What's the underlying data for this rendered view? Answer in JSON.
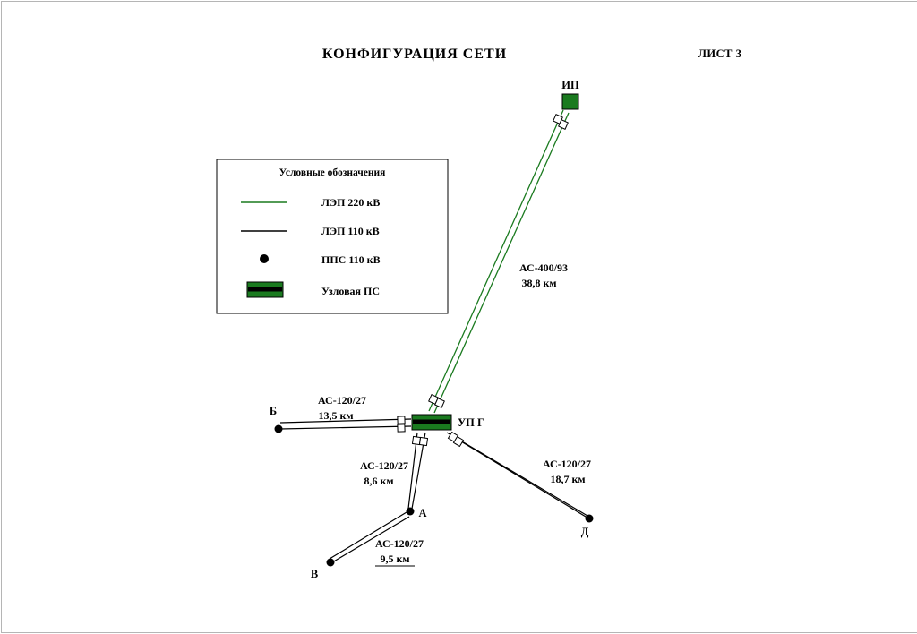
{
  "title": "КОНФИГУРАЦИЯ СЕТИ",
  "sheet": "ЛИСТ 3",
  "colors": {
    "line_220kv": "#1a7a1f",
    "line_110kv": "#000000",
    "substation_fill": "#1a7a1f",
    "pps_dot": "#000000"
  },
  "legend": {
    "title": "Условные обозначения",
    "items": [
      {
        "symbol": "line-220kv",
        "label": "ЛЭП 220 кВ"
      },
      {
        "symbol": "line-110kv",
        "label": "ЛЭП 110 кВ"
      },
      {
        "symbol": "pps-110kv-dot",
        "label": "ППС 110 кВ"
      },
      {
        "symbol": "node-substation",
        "label": "Узловая ПС"
      }
    ]
  },
  "nodes": {
    "ip": {
      "label": "ИП"
    },
    "upg": {
      "label": "УП Г"
    },
    "b": {
      "label": "Б"
    },
    "a": {
      "label": "А"
    },
    "v": {
      "label": "В"
    },
    "d": {
      "label": "Д"
    }
  },
  "edges": {
    "ip_upg": {
      "from": "ИП",
      "to": "УП Г",
      "conductor": "АС-400/93",
      "length": "38,8 км"
    },
    "upg_b": {
      "from": "УП Г",
      "to": "Б",
      "conductor": "АС-120/27",
      "length": "13,5 км"
    },
    "upg_a": {
      "from": "УП Г",
      "to": "А",
      "conductor": "АС-120/27",
      "length": "8,6 км"
    },
    "a_v": {
      "from": "А",
      "to": "В",
      "conductor": "АС-120/27",
      "length": "9,5 км"
    },
    "upg_d": {
      "from": "УП Г",
      "to": "Д",
      "conductor": "АС-120/27",
      "length": "18,7 км"
    }
  }
}
